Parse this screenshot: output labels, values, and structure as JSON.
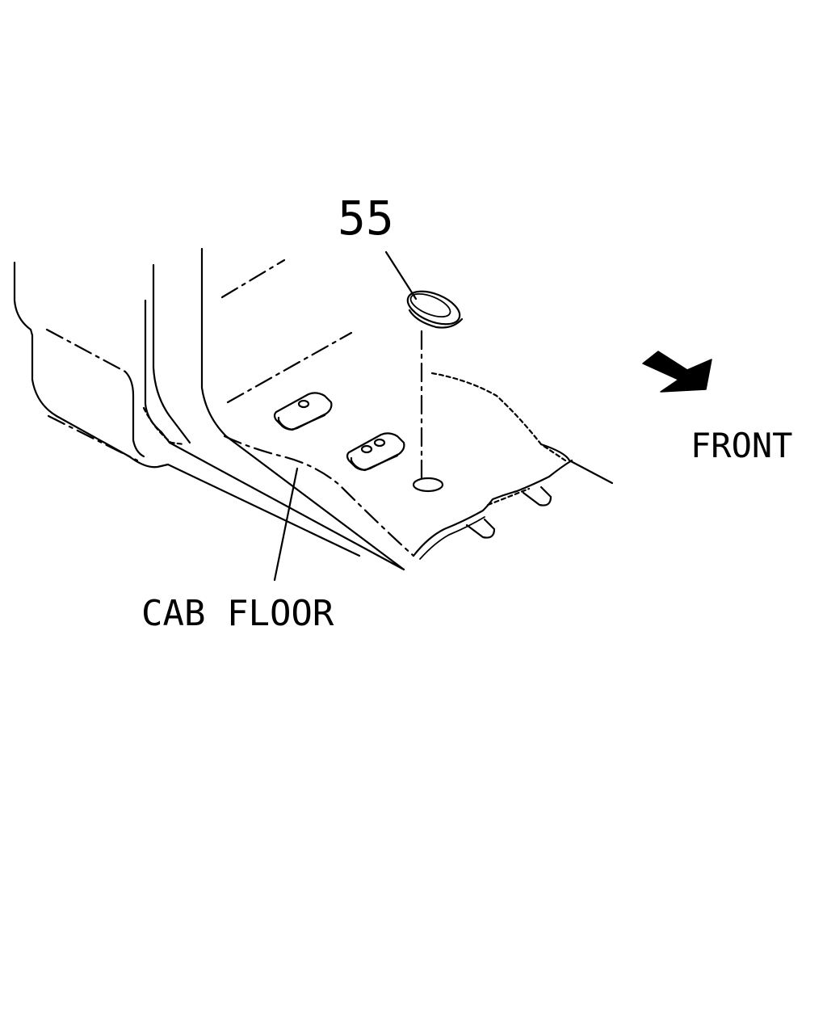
{
  "callouts": {
    "part_number": "55",
    "cab_floor": "CAB FLOOR",
    "front": "FRONT"
  },
  "icons": {
    "direction": "front-arrow-icon"
  },
  "colors": {
    "ink": "#000000",
    "paper": "#ffffff"
  }
}
